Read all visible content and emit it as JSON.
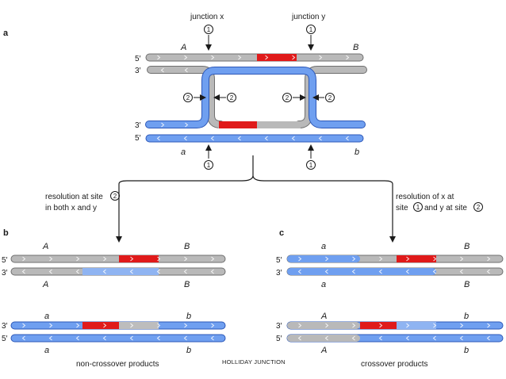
{
  "panels": {
    "a": "a",
    "b": "b",
    "c": "c"
  },
  "labels": {
    "junction_x": "junction x",
    "junction_y": "junction y",
    "five_prime": "5′",
    "three_prime": "3′",
    "site1": "1",
    "site2": "2",
    "resolution_b_line1": "resolution at site",
    "resolution_b_line2": "in both x and y",
    "resolution_c_line1": "resolution of x at",
    "resolution_c_line2a": "site",
    "resolution_c_line2b": "and y at site",
    "non_crossover": "non-crossover products",
    "crossover": "crossover products",
    "caption": "HOLLIDAY JUNCTION"
  },
  "alleles": {
    "A": "A",
    "B": "B",
    "a": "a",
    "b": "b"
  },
  "colors": {
    "grey_strand": "#b9b9b9",
    "grey_edge": "#6f6f6f",
    "blue_strand": "#6f9ff0",
    "blue_edge": "#2d58b8",
    "heteroduplex": "#e01a1a",
    "text": "#1a1a1a"
  }
}
